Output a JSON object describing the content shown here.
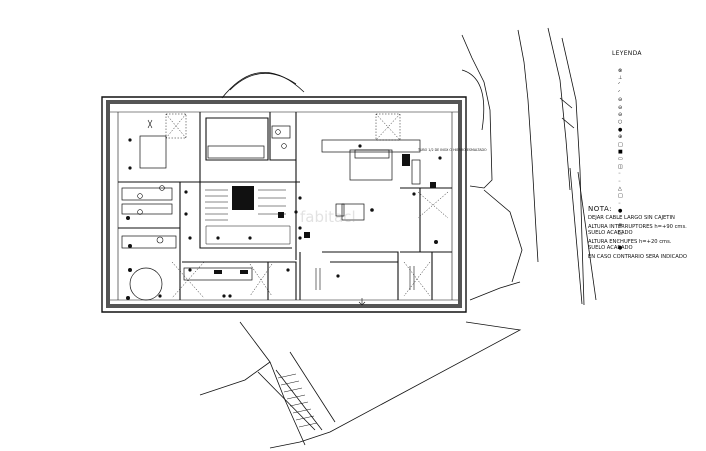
{
  "legend": {
    "title": "LEYENDA",
    "items": [
      {
        "icon": "pendant-light-symbol",
        "text": ""
      },
      {
        "icon": "wall-light-symbol",
        "text": ""
      },
      {
        "icon": "switch-symbol",
        "text": ""
      },
      {
        "icon": "switch-symbol",
        "text": ""
      },
      {
        "icon": "socket-symbol",
        "text": ""
      },
      {
        "icon": "socket-symbol",
        "text": ""
      },
      {
        "icon": "socket-symbol",
        "text": ""
      },
      {
        "icon": "downlight-symbol",
        "text": ""
      },
      {
        "icon": "filled-dot-symbol",
        "text": ""
      },
      {
        "icon": "cross-light-symbol",
        "text": ""
      },
      {
        "icon": "square-symbol",
        "text": ""
      },
      {
        "icon": "filled-square-symbol",
        "text": ""
      },
      {
        "icon": "tv-symbol",
        "text": ""
      },
      {
        "icon": "phone-symbol",
        "text": ""
      },
      {
        "icon": "circle-symbol",
        "text": ""
      },
      {
        "icon": "circle-symbol",
        "text": ""
      },
      {
        "icon": "triangle-symbol",
        "text": ""
      },
      {
        "icon": "square-symbol",
        "text": ""
      },
      {
        "icon": "circle-symbol",
        "text": ""
      },
      {
        "icon": "filled-dot-symbol",
        "text": ""
      },
      {
        "icon": "circle-symbol",
        "text": ""
      },
      {
        "icon": "hash-symbol",
        "text": ""
      },
      {
        "icon": "square-symbol",
        "text": ""
      },
      {
        "icon": "dot-symbol",
        "text": ""
      },
      {
        "icon": "filled-dot-symbol",
        "text": ""
      }
    ]
  },
  "notes": {
    "title": "NOTA:",
    "lines": [
      "DEJAR CABLE LARGO SIN CAJETIN",
      "ALTURA INTERRUPTORES h=+90 cms.",
      "SUELO ACABADO",
      "ALTURA ENCHUFES h=+20 cms.",
      "SUELO ACABADO",
      "EN CASO CONTRARIO SERA INDICADO"
    ]
  },
  "annotation": "TUBO 1/2 DE INOX O HIERRO ESMALTADO",
  "watermark": "fabitacl",
  "colors": {
    "ink": "#111111",
    "wall_fill": "#333333",
    "background": "#ffffff",
    "watermark": "#969696"
  }
}
